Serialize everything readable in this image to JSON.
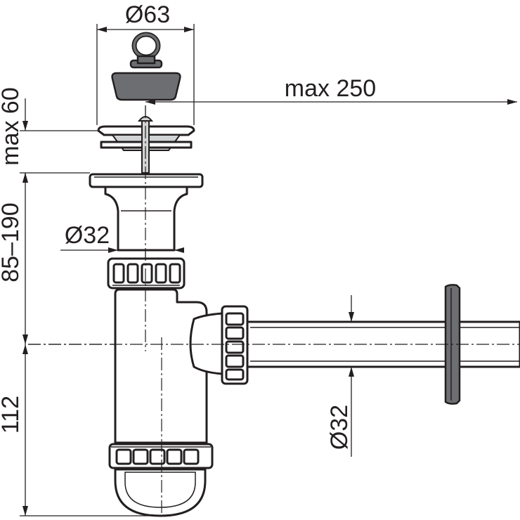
{
  "dimensions": {
    "plug_diameter": "Ø63",
    "max_horizontal": "max 250",
    "max_vertical": "max 60",
    "height_range": "85–190",
    "inlet_diameter": "Ø32",
    "trap_height": "112",
    "outlet_diameter": "Ø32"
  },
  "colors": {
    "line": "#231f20",
    "plug": "#6d6e71",
    "background": "#ffffff"
  }
}
